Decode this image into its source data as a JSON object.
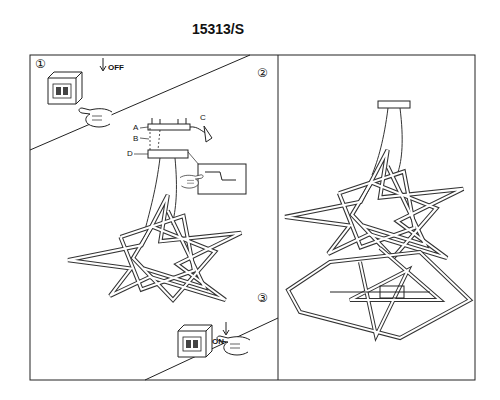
{
  "diagram": {
    "title": "15313/S",
    "labels": [
      "①",
      "OFF",
      "②",
      "A",
      "B",
      "C",
      "D",
      "③",
      "ON"
    ]
  }
}
